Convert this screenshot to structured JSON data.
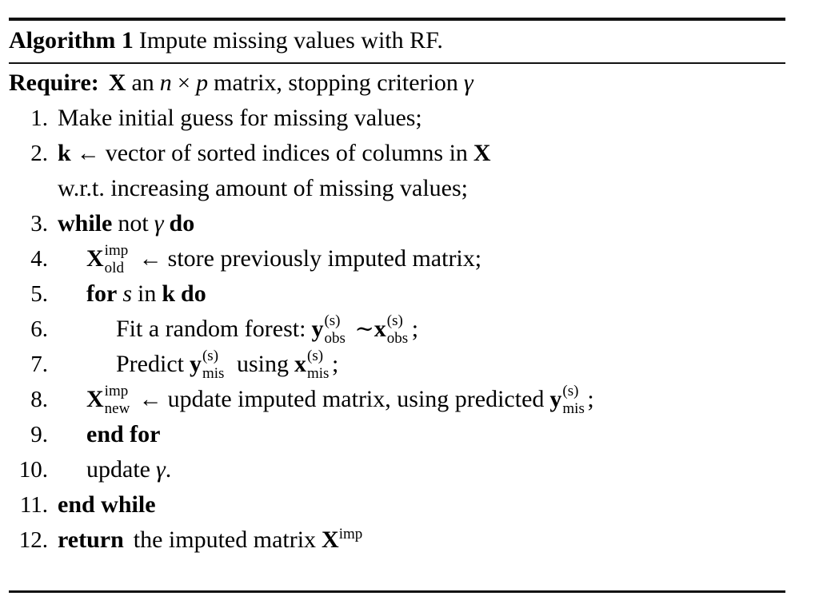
{
  "algorithm": {
    "caption_keyword": "Algorithm 1",
    "caption_title": "Impute missing values with RF.",
    "require_keyword": "Require:",
    "require_matrix": "X",
    "require_text_1": "an",
    "require_dim_n": "n",
    "require_times": "×",
    "require_dim_p": "p",
    "require_text_2": "matrix, stopping criterion",
    "require_gamma": "γ",
    "steps": [
      {
        "num": "1.",
        "indent": 0,
        "text": "Make initial guess for missing values;"
      },
      {
        "num": "2.",
        "indent": 0,
        "vector": "k",
        "arrow": "←",
        "text": "vector of sorted indices of columns in",
        "matrix": "X"
      },
      {
        "num": "",
        "indent": 0,
        "continuation": true,
        "text": "w.r.t. increasing amount of missing values;"
      },
      {
        "num": "3.",
        "indent": 0,
        "kw_while": "while",
        "text": "not",
        "gamma": "γ",
        "kw_do": "do"
      },
      {
        "num": "4.",
        "indent": 1,
        "matrix": "X",
        "sup": "imp",
        "sub": "old",
        "arrow": "←",
        "text": "store previously imputed matrix;"
      },
      {
        "num": "5.",
        "indent": 1,
        "kw_for": "for",
        "var_s": "s",
        "text_in": "in",
        "vector": "k",
        "kw_do": "do"
      },
      {
        "num": "6.",
        "indent": 2,
        "text": "Fit a random forest:",
        "lhs_sym": "y",
        "lhs_sup": "(s)",
        "lhs_sub": "obs",
        "relation": "∼",
        "rhs_sym": "x",
        "rhs_sup": "(s)",
        "rhs_sub": "obs",
        "terminator": ";"
      },
      {
        "num": "7.",
        "indent": 2,
        "text": "Predict",
        "lhs_sym": "y",
        "lhs_sup": "(s)",
        "lhs_sub": "mis",
        "text_mid": "using",
        "rhs_sym": "x",
        "rhs_sup": "(s)",
        "rhs_sub": "mis",
        "terminator": ";"
      },
      {
        "num": "8.",
        "indent": 1,
        "matrix": "X",
        "sup": "imp",
        "sub": "new",
        "arrow": "←",
        "text": "update imputed matrix, using predicted",
        "rhs_sym": "y",
        "rhs_sup": "(s)",
        "rhs_sub": "mis",
        "terminator": ";"
      },
      {
        "num": "9.",
        "indent": 1,
        "kw_end_for": "end for"
      },
      {
        "num": "10.",
        "indent": 1,
        "text": "update",
        "gamma": "γ",
        "terminator": "."
      },
      {
        "num": "11.",
        "indent": 0,
        "kw_end_while": "end while"
      },
      {
        "num": "12.",
        "indent": 0,
        "kw_return": "return",
        "text": "the imputed matrix",
        "matrix": "X",
        "sup": "imp"
      }
    ]
  }
}
